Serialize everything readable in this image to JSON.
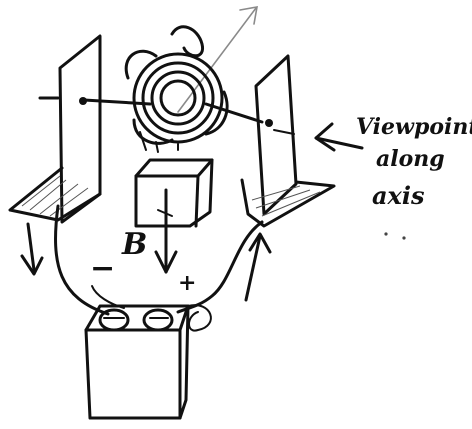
{
  "annotation": {
    "line1": "Viewpoint",
    "line2": "along",
    "line3": "axis"
  },
  "symbols": {
    "field": "B",
    "minus": "−",
    "plus": "+"
  },
  "colors": {
    "ink": "#111111",
    "faint": "#8a8a8a",
    "paper": "#ffffff"
  }
}
